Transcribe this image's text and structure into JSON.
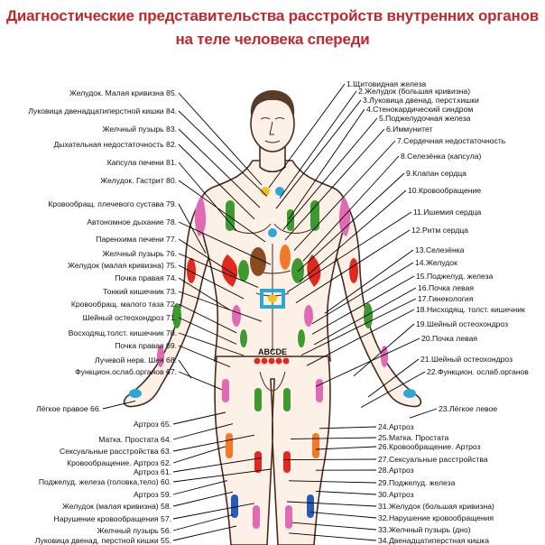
{
  "title_line1": "Диагностические представительства расстройств внутренних органов",
  "title_line2": "на теле человека спереди",
  "zone_letters": "ABCDE",
  "left_labels": [
    "Желудок. Малая кривизна 85.",
    "Луковица двенадцатиперстной кишки 84.",
    "Желчный пузырь 83.",
    "Дыхательная недостаточность 82.",
    "Капсула печени 81.",
    "Желудок. Гастрит 80.",
    "Кровообращ. плечевого сустава 79.",
    "Автономное дыхание 78.",
    "Паренхима печени 77.",
    "Желчный пузырь 76.",
    "Желудок (малая кривизна) 75.",
    "Почка правая 74.",
    "Тонкий кишечник 73.",
    "Кровообращ. малого таза 72.",
    "Шейный остеохондроз 71.",
    "Восходящ.толст. кишечник 70.",
    "Почка правая 69.",
    "Лучевой нерв. Шея 68.",
    "Функцион.ослаб.органов 67.",
    "Лёгкое правое 66.",
    "Артроз 65.",
    "Матка. Простата 64.",
    "Сексуальные расстройства 63.",
    "Кровообращение. Артроз 62.",
    "Артроз 61.",
    "Поджелуд. железа (головка,тело) 60.",
    "Артроз 59.",
    "Желудок (малая кривизна) 58.",
    "Нарушение кровообращения 57.",
    "Желчный пузырь 56.",
    "Луковица двенад. перстной кишки 55."
  ],
  "right_labels": [
    "1.Щитовидная железа",
    "2.Желудок (большая кривизна)",
    "3.Луковица двенад. перст.кишки",
    "4.Стенокардический синдром",
    "5.Поджелудочная железа",
    "6.Иммунитет",
    "7.Сердечная недостаточность",
    "8.Селезёнка (капсула)",
    "9.Клапан сердца",
    "10.Кровообращение",
    "11.Ишемия сердца",
    "12.Ритм сердца",
    "13.Селезёнка",
    "14.Желудок",
    "15.Поджелуд. железа",
    "16.Почка левая",
    "17.Гинекология",
    "18.Нисходящ. толст. кишечник",
    "19.Шейный остеохондроз",
    "20.Почка левая",
    "21.Шейный остеохондроз",
    "22.Функцион. ослаб.органов",
    "23.Лёгкое левое",
    "24.Артроз",
    "25.Матка. Простата",
    "26.Кровообращение. Артроз",
    "27.Сексуальные расстройства",
    "28.Артроз",
    "29.Поджелуд. железа",
    "30.Артроз",
    "31.Желудок (большая кривизна)",
    "32.Нарушение кровообращения",
    "33.Желчный пузырь (дно)",
    "34.Двенадцатиперстная кишка"
  ],
  "colors": {
    "title": "#c0282d",
    "skin": "#fdf0e6",
    "outline": "#4a2a1a",
    "red": "#e02a1e",
    "green": "#3e9a2e",
    "pink": "#e06ab4",
    "cyan": "#2aa8d8",
    "orange": "#f07a2a",
    "yellow": "#f2c21e",
    "brown": "#8a4a22",
    "blue": "#2a5ab8"
  }
}
